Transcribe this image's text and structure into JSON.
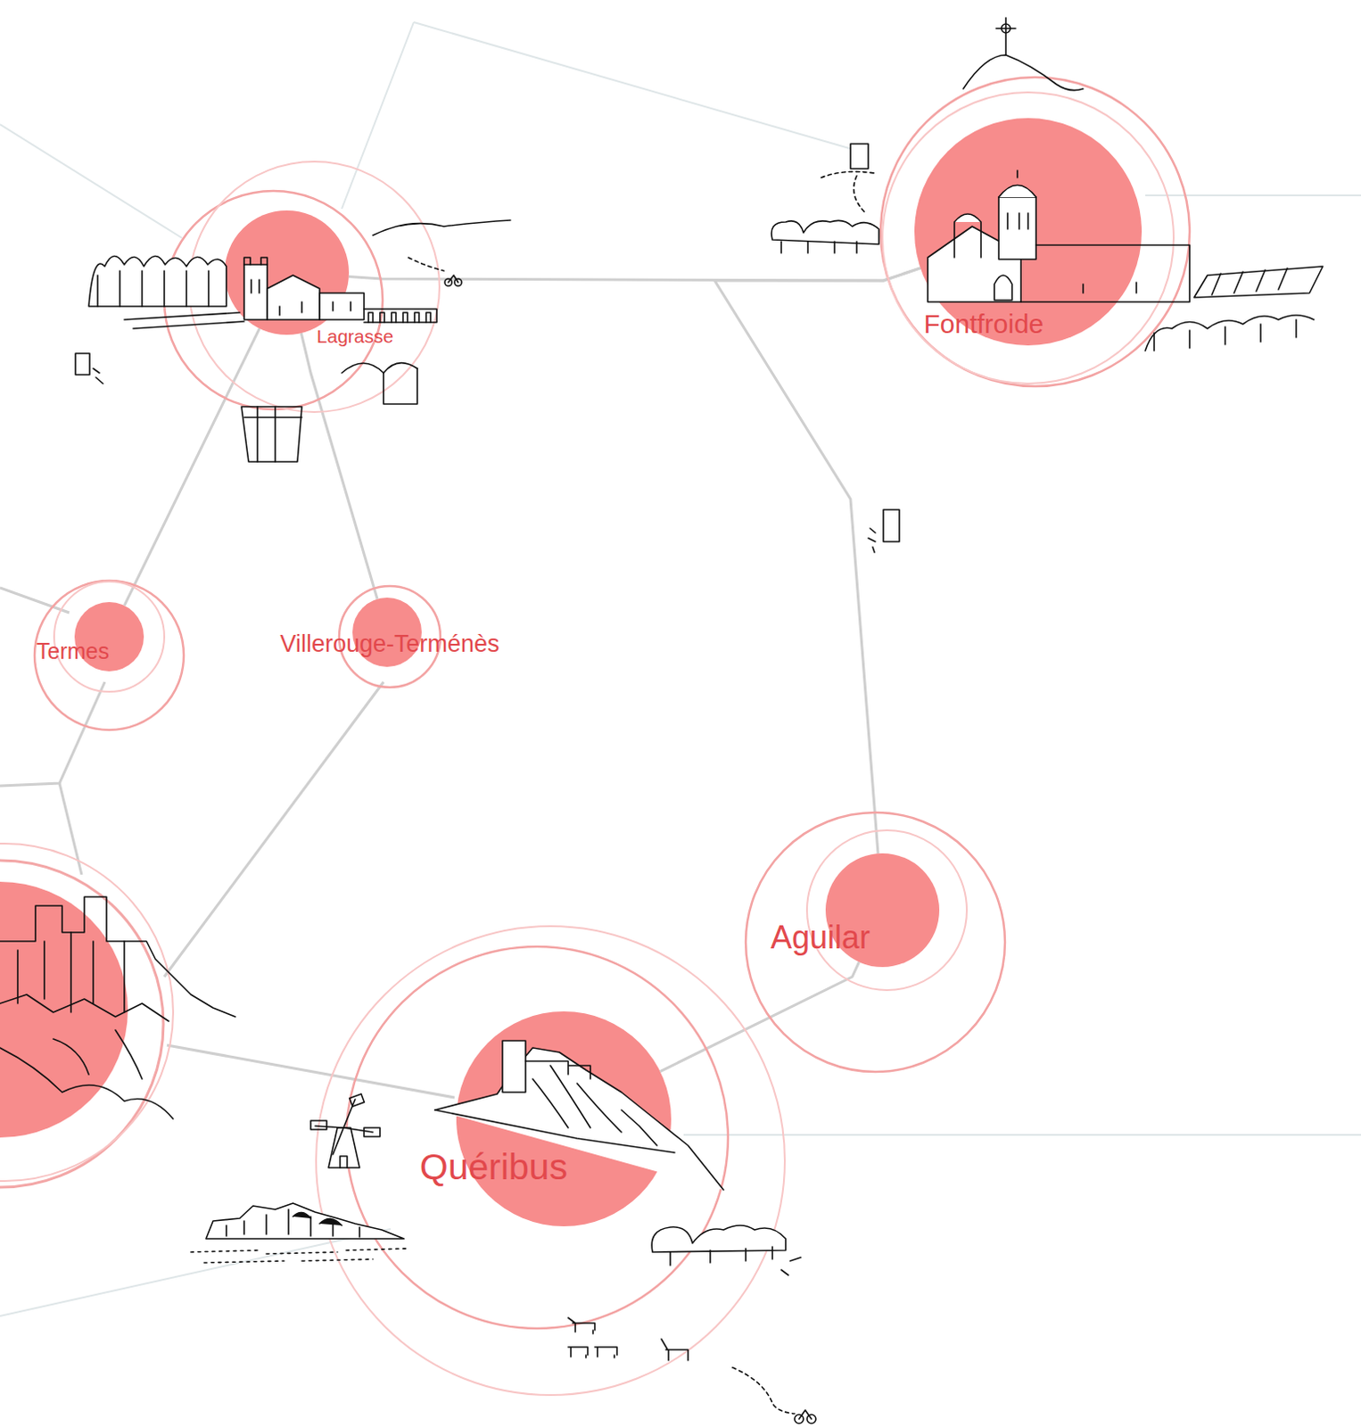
{
  "diagram": {
    "nodes": [
      {
        "text": [
          "Lagrasse"
        ]
      },
      {
        "text": [
          "Fontfroide"
        ]
      },
      {
        "text": [
          "Termes"
        ]
      },
      {
        "text": [
          "Villerouge-Terménès"
        ]
      },
      {
        "text": [
          "Aguilar"
        ]
      },
      {
        "text": [
          "Quéribus"
        ]
      }
    ],
    "edges": [
      {
        "from": 0,
        "to": 1,
        "arrow": "none"
      },
      {
        "from": 1,
        "to": 4,
        "arrow": "none"
      },
      {
        "from": 0,
        "to": 2,
        "arrow": "none"
      },
      {
        "from": 0,
        "to": 3,
        "arrow": "none"
      },
      {
        "from": 4,
        "to": 5,
        "arrow": "none"
      }
    ]
  }
}
